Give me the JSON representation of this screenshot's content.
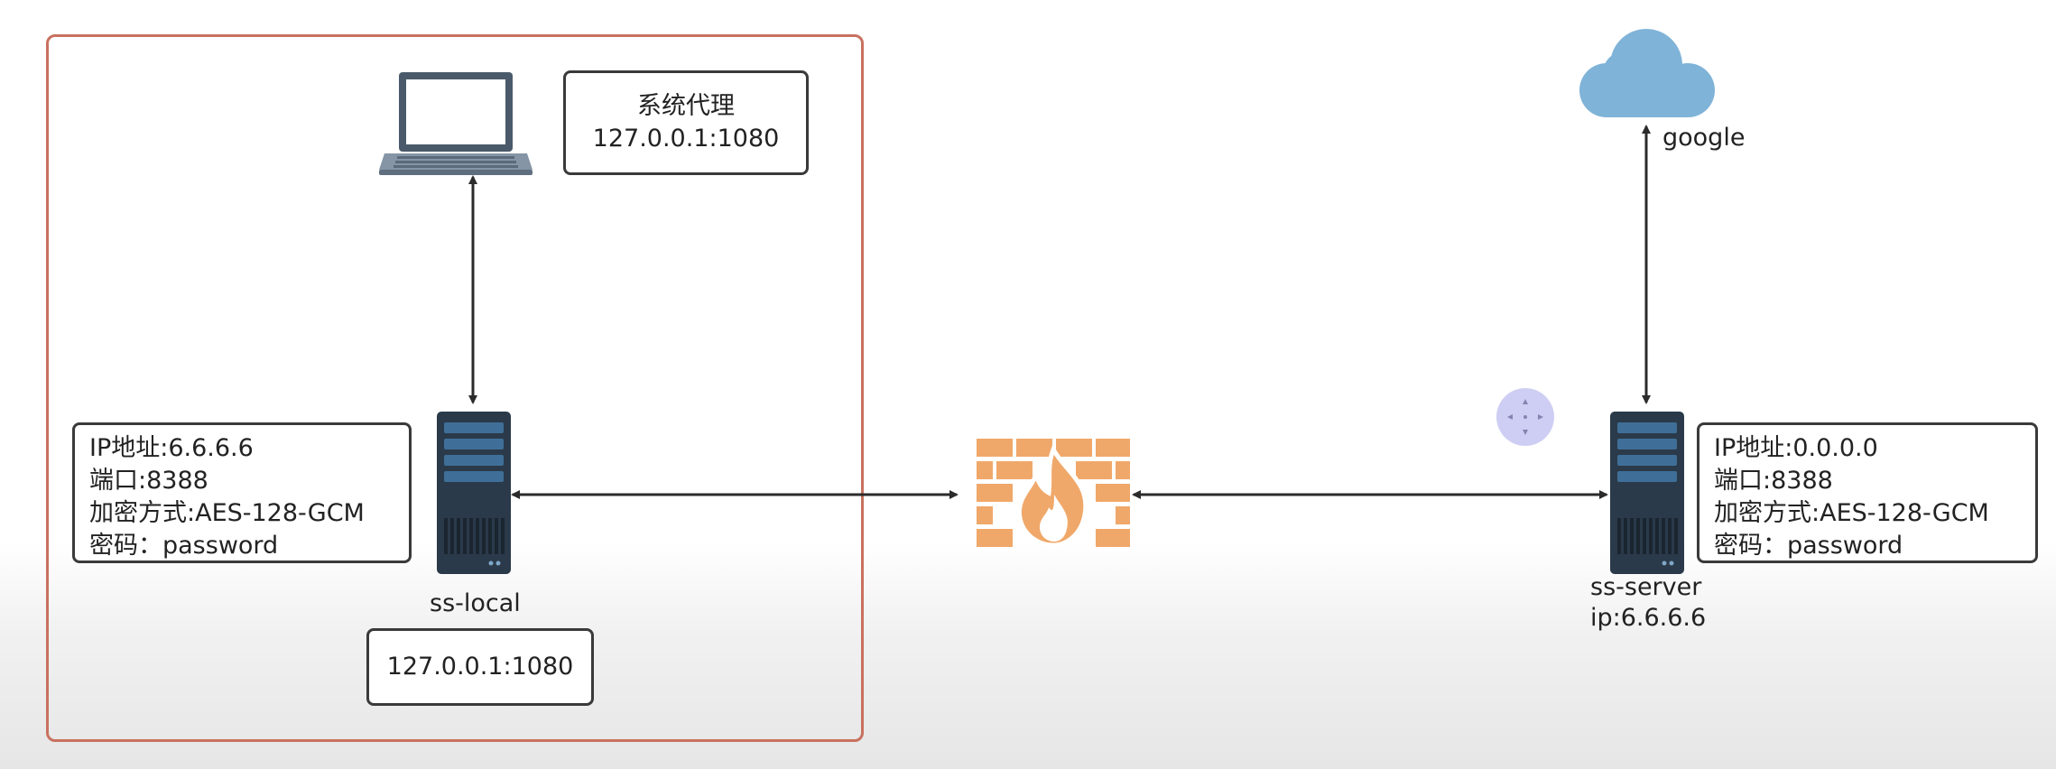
{
  "proxy_box": {
    "title": "系统代理",
    "address": "127.0.0.1:1080"
  },
  "local_info": {
    "ip": "IP地址:6.6.6.6",
    "port": "端口:8388",
    "encryption": "加密方式:AES-128-GCM",
    "password": "密码：password"
  },
  "local_node": {
    "name": "ss-local"
  },
  "local_listen": {
    "address": "127.0.0.1:1080"
  },
  "server_info": {
    "ip": "IP地址:0.0.0.0",
    "port": "端口:8388",
    "encryption": "加密方式:AES-128-GCM",
    "password": "密码：password"
  },
  "server_node": {
    "name": "ss-server",
    "ip": "ip:6.6.6.6"
  },
  "cloud": {
    "label": "google"
  },
  "icons": {
    "laptop": "laptop-icon",
    "local_server": "server-icon",
    "firewall": "firewall-icon",
    "remote_server": "server-icon",
    "cloud": "cloud-icon"
  },
  "colors": {
    "frame": "#c8715f",
    "firewall": "#f0a86a",
    "cloud": "#7fb3d8",
    "server": "#2a3a4a"
  }
}
